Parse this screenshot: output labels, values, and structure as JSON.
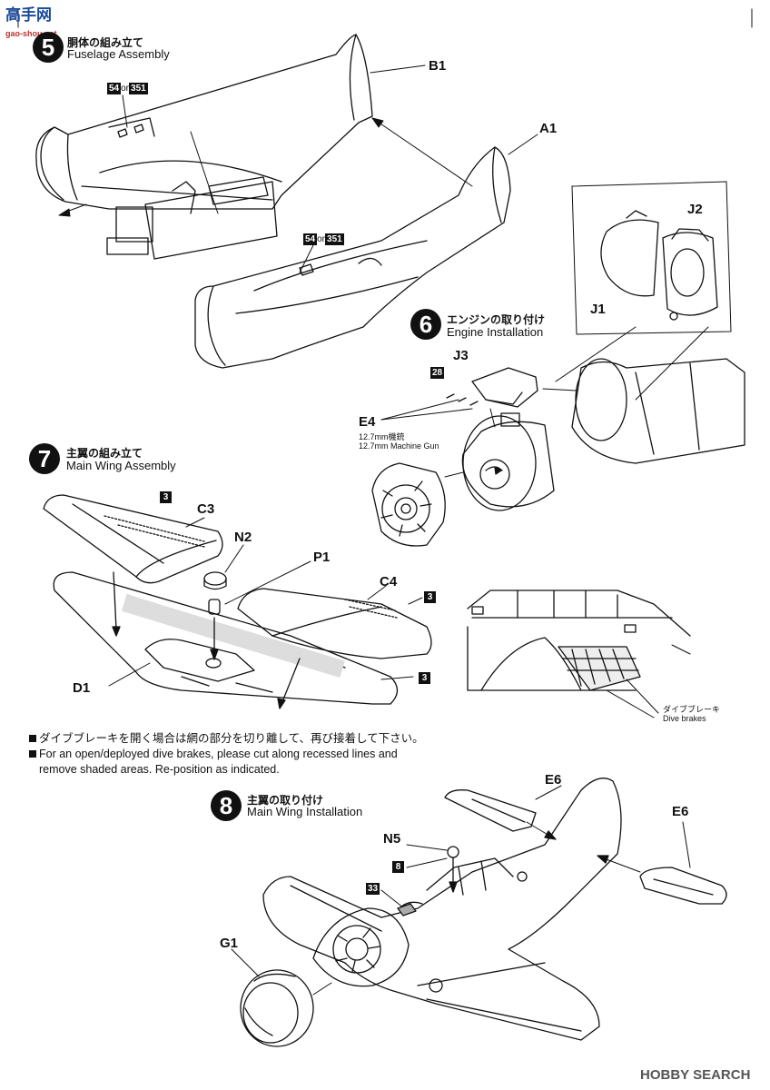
{
  "watermark_top": {
    "name": "高手网",
    "url": "gao-shou.net"
  },
  "watermark_bottom": "HOBBY SEARCH",
  "steps": {
    "s5": {
      "num": "5",
      "jp": "胴体の組み立て",
      "en": "Fuselage Assembly"
    },
    "s6": {
      "num": "6",
      "jp": "エンジンの取り付け",
      "en": "Engine Installation"
    },
    "s7": {
      "num": "7",
      "jp": "主翼の組み立て",
      "en": "Main Wing Assembly"
    },
    "s8": {
      "num": "8",
      "jp": "主翼の取り付け",
      "en": "Main Wing Installation"
    }
  },
  "parts": {
    "b1": "B1",
    "a1": "A1",
    "j1": "J1",
    "j2": "J2",
    "j3": "J3",
    "e4": "E4",
    "c3": "C3",
    "n2": "N2",
    "p1": "P1",
    "c4": "C4",
    "d1": "D1",
    "e6_left": "E6",
    "e6_right": "E6",
    "n5": "N5",
    "g1": "G1"
  },
  "paint": {
    "p54a": "54",
    "or_a": "or",
    "p351a": "351",
    "p54b": "54",
    "or_b": "or",
    "p351b": "351",
    "p28": "28",
    "p3a": "3",
    "p3b": "3",
    "p3c": "3",
    "p8": "8",
    "p33": "33"
  },
  "gun_label": {
    "jp": "12.7mm機銃",
    "en": "12.7mm Machine Gun"
  },
  "dive_brake_label": {
    "jp": "ダイブブレーキ",
    "en": "Dive brakes"
  },
  "notes": {
    "jp": "ダイブブレーキを開く場合は網の部分を切り離して、再び接着して下さい。",
    "en1": "For an open/deployed dive brakes, please cut along recessed lines and",
    "en2": "remove shaded areas. Re-position as indicated."
  }
}
